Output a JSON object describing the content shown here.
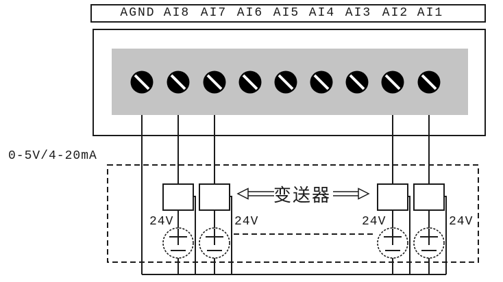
{
  "diagram": {
    "terminal_strip": {
      "labels": [
        "AGND",
        "AI8",
        "AI7",
        "AI6",
        "AI5",
        "AI4",
        "AI3",
        "AI2",
        "AI1"
      ]
    },
    "annotations": {
      "signal_range": "0-5V/4-20mA",
      "transmitter": "变送器"
    },
    "supplies": {
      "labels": [
        "24V",
        "24V",
        "24V",
        "24V"
      ]
    },
    "colors": {
      "line": "#1a1a1a",
      "terminal_block_fill": "#c4c4c4",
      "screw_fill": "#000000",
      "screw_slot": "#ffffff",
      "background": "#ffffff"
    }
  }
}
